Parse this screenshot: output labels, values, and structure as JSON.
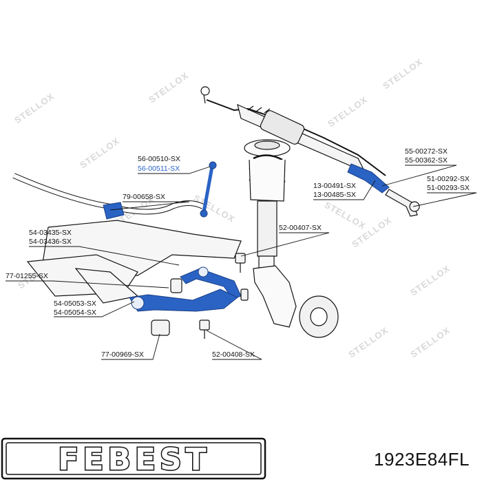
{
  "watermark_text": "STELLOX",
  "brand": "FEBEST",
  "part_number": "1923E84FL",
  "colors": {
    "highlight_part": "#2a63c4",
    "line": "#111111",
    "watermark": "#d8d8d8"
  },
  "callouts": [
    {
      "id": "56-00510",
      "lines": [
        "56-00510-SX",
        "56-00511-SX"
      ],
      "highlight_second": true
    },
    {
      "id": "79-00658",
      "lines": [
        "79-00658-SX"
      ]
    },
    {
      "id": "54-03435",
      "lines": [
        "54-03435-SX",
        "54-03436-SX"
      ]
    },
    {
      "id": "77-01255",
      "lines": [
        "77-01255-SX"
      ]
    },
    {
      "id": "54-05053",
      "lines": [
        "54-05053-SX",
        "54-05054-SX"
      ]
    },
    {
      "id": "77-00969",
      "lines": [
        "77-00969-SX"
      ]
    },
    {
      "id": "52-00408",
      "lines": [
        "52-00408-SX"
      ]
    },
    {
      "id": "52-00407",
      "lines": [
        "52-00407-SX"
      ]
    },
    {
      "id": "13-00491",
      "lines": [
        "13-00491-SX",
        "13-00485-SX"
      ]
    },
    {
      "id": "55-00272",
      "lines": [
        "55-00272-SX",
        "55-00362-SX"
      ]
    },
    {
      "id": "51-00292",
      "lines": [
        "51-00292-SX",
        "51-00293-SX"
      ]
    }
  ]
}
